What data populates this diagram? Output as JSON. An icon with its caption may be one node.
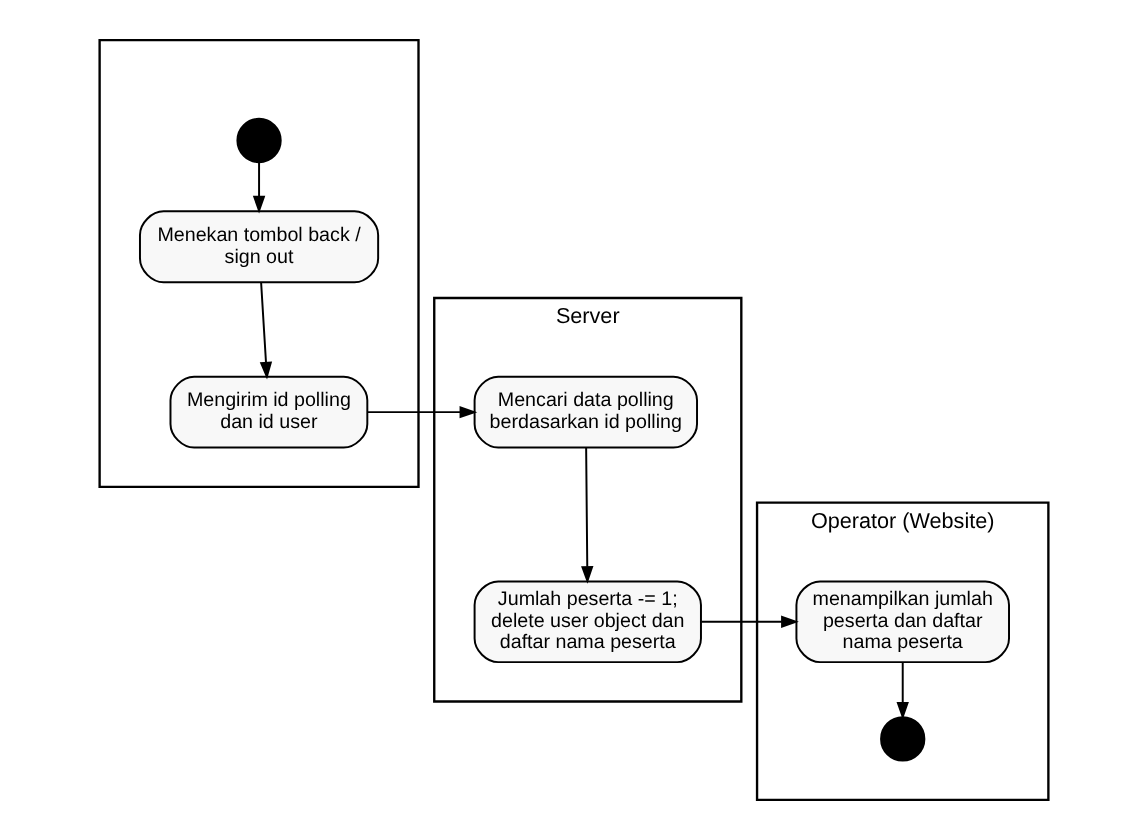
{
  "diagram": {
    "nodes": [
      {
        "text": [],
        "shape": "box"
      },
      {
        "text": [
          "Server"
        ]
      },
      {
        "text": [
          "Operator (Website)"
        ]
      },
      {
        "text": [],
        "shape": "circle",
        "in": 0
      },
      {
        "text": [
          "Menekan tombol back / sign out"
        ],
        "in": 0
      },
      {
        "text": [
          "Mengirim id polling dan id user"
        ],
        "in": 0
      },
      {
        "text": [
          "Mencari data polling berdasarkan id polling"
        ],
        "in": 1
      },
      {
        "text": [
          "Jumlah peserta -= 1; delete user object dan daftar nama peserta"
        ],
        "in": 1
      },
      {
        "text": [
          "menampilkan jumlah peserta dan daftar nama peserta"
        ],
        "in": 2
      },
      {
        "text": [],
        "shape": "circle",
        "in": 2
      }
    ],
    "edges": [
      {
        "from": 3,
        "to": 4,
        "arrow": "to"
      },
      {
        "from": 4,
        "to": 5,
        "arrow": "to"
      },
      {
        "from": 5,
        "to": 6,
        "arrow": "to"
      },
      {
        "from": 6,
        "to": 7,
        "arrow": "to"
      },
      {
        "from": 7,
        "to": 8,
        "arrow": "to"
      },
      {
        "from": 8,
        "to": 9,
        "arrow": "to"
      }
    ]
  }
}
